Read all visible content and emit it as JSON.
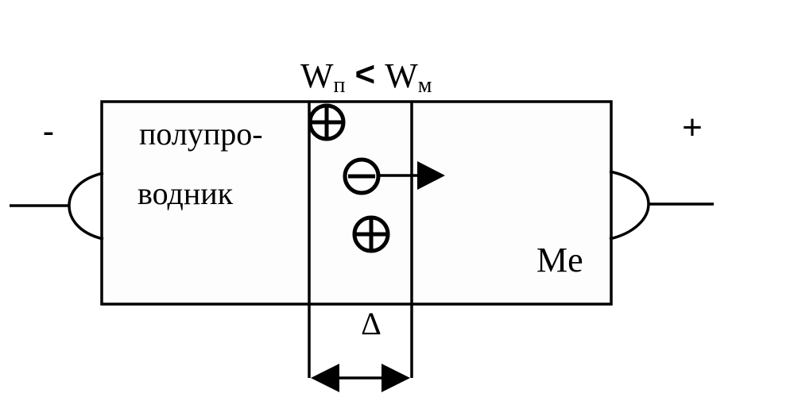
{
  "header": {
    "w_left": "W",
    "w_left_sub": "п",
    "relation": "<",
    "w_right": "W",
    "w_right_sub": "м"
  },
  "labels": {
    "minus_terminal": "-",
    "plus_terminal": "+",
    "semiconductor_line1": "полупро-",
    "semiconductor_line2": "водник",
    "metal": "Me",
    "gap": "Δ"
  },
  "charges": [
    "positive",
    "negative",
    "positive"
  ],
  "colors": {
    "stroke": "#000000",
    "region_fill": "#fdfdfd",
    "background": "#ffffff"
  }
}
